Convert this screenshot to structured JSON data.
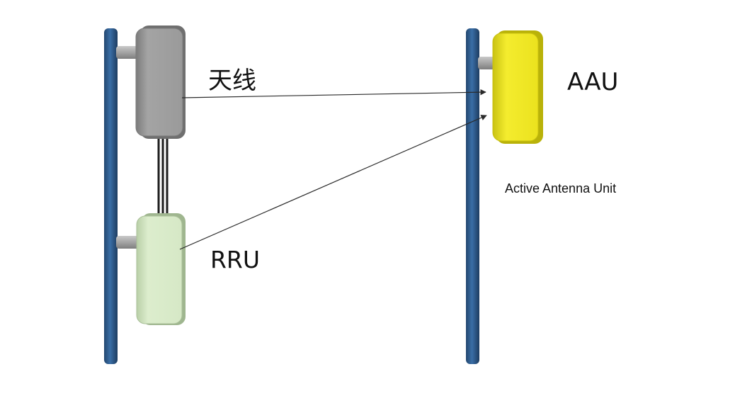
{
  "labels": {
    "antenna": "天线",
    "rru": "RRU",
    "aau": "AAU",
    "aau_full": "Active Antenna Unit"
  },
  "colors": {
    "pole": "#2f5b8c",
    "antenna_body": "#9b9b9b",
    "rru_body": "#d9ebc9",
    "aau_body": "#f2ea2a",
    "mount_arm": "#a8a8a8",
    "cable": "#1e1e1e",
    "arrow": "#2a2a2a"
  },
  "icons": {
    "left_pole": "mast-pole",
    "right_pole": "mast-pole",
    "antenna": "antenna-panel-icon",
    "rru": "radio-unit-icon",
    "aau": "active-antenna-unit-icon"
  }
}
